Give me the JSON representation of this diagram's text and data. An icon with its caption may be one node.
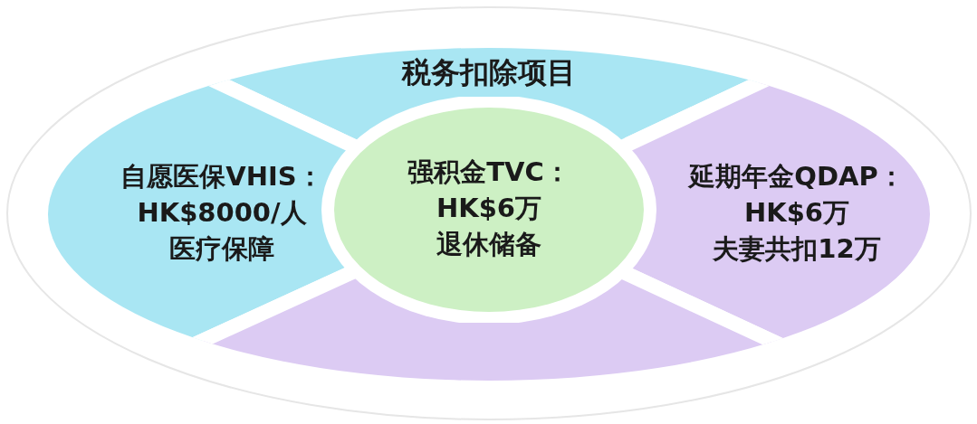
{
  "diagram": {
    "nodes": [
      {
        "text": [
          "税务扣除项目"
        ]
      },
      {
        "text": [
          "自愿医保VHIS：",
          "HK$8000/人",
          "医疗保障"
        ]
      },
      {
        "text": [
          "强积金TVC：",
          "HK$6万",
          "退休储备"
        ]
      },
      {
        "text": [
          "延期年金QDAP：",
          "HK$6万",
          "夫妻共扣12万"
        ]
      },
      {
        "text": [],
        "shape": "band"
      }
    ]
  }
}
